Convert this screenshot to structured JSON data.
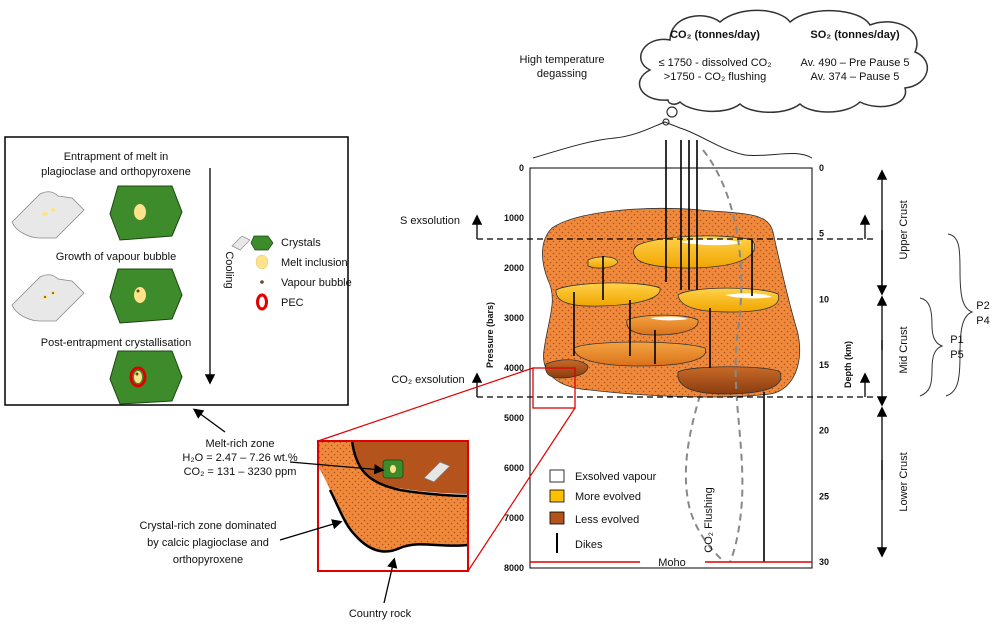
{
  "cloud": {
    "co2_header": "CO₂ (tonnes/day)",
    "co2_line1": "≤ 1750 - dissolved CO₂",
    "co2_line2": ">1750 - CO₂ flushing",
    "so2_header": "SO₂ (tonnes/day)",
    "so2_line1": "Av. 490 – Pre Pause 5",
    "so2_line2": "Av. 374 – Pause 5"
  },
  "degassing": {
    "line1": "High temperature",
    "line2": "degassing"
  },
  "inset": {
    "title_line1": "Entrapment of melt in",
    "title_line2": "plagioclase and orthopyroxene",
    "growth": "Growth of vapour bubble",
    "pec": "Post-entrapment crystallisation",
    "cooling": "Cooling",
    "legend": {
      "crystals": "Crystals",
      "melt_inclusion": "Melt inclusion",
      "vapour_bubble": "Vapour bubble",
      "pec": "PEC"
    }
  },
  "melt_zone": {
    "title": "Melt-rich zone",
    "h2o": "H₂O = 2.47 – 7.26 wt.%",
    "co2": "CO₂ = 131 – 3230 ppm"
  },
  "crystal_zone": {
    "line1": "Crystal-rich zone dominated",
    "line2": "by calcic plagioclase and",
    "line3": "orthopyroxene"
  },
  "country_rock": "Country rock",
  "exsolution": {
    "s": "S exsolution",
    "co2": "CO₂ exsolution"
  },
  "axes": {
    "pressure_label": "Pressure (bars)",
    "depth_label": "Depth (km)",
    "pressure_ticks": [
      "0",
      "1000",
      "2000",
      "3000",
      "4000",
      "5000",
      "6000",
      "7000",
      "8000"
    ],
    "depth_ticks": [
      "0",
      "5",
      "10",
      "15",
      "20",
      "25",
      "30"
    ]
  },
  "crust": {
    "upper": "Upper Crust",
    "mid": "Mid Crust",
    "lower": "Lower Crust"
  },
  "periods": {
    "p2": "P2",
    "p4": "P4",
    "p1": "P1",
    "p5": "P5"
  },
  "legend": {
    "exsolved": "Exsolved vapour",
    "more": "More evolved",
    "less": "Less evolved",
    "dikes": "Dikes"
  },
  "flushing": "CO₂ Flushing",
  "moho": "Moho",
  "colors": {
    "orange": "#ef8a3c",
    "dot": "#c0561a",
    "yellow": "#ffc000",
    "brown": "#b4531c",
    "green": "#3d8b2a",
    "red": "#e00000"
  }
}
